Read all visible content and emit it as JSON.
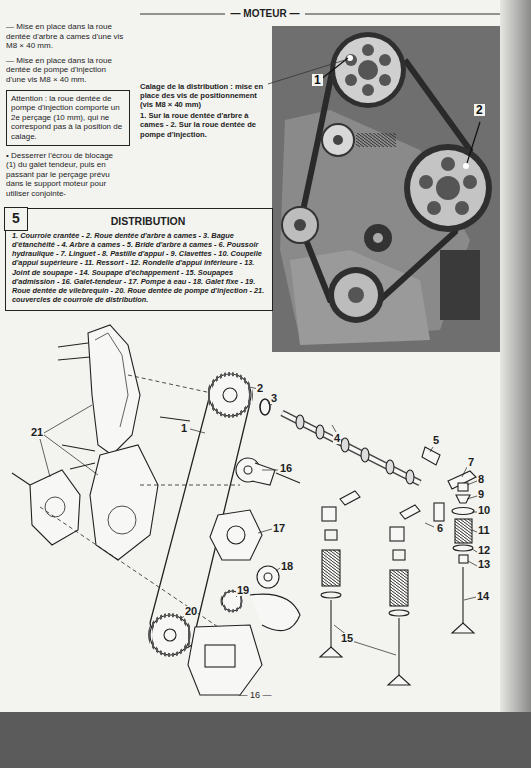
{
  "diagram": {
    "nodes": [
      {
        "text": [
          "Attention : la roue dentée de pompe d'injection comporte un 2e perçage (10 mm), qui ne correspond pas à la position de calage."
        ]
      },
      {
        "text": [
          "DISTRIBUTION",
          "1. Courroie crantée - 2. Roue dentée d'arbre à cames - 3. Bague d'étanchéité - 4. Arbre à cames - 5. Bride d'arbre à cames - 6. Poussoir hydraulique - 7. Linguet - 8. Pastille d'appui - 9. Clavettes - 10. Coupelle d'appui supérieure - 11. Ressort - 12. Rondelle d'appui inférieure - 13. Joint de soupape - 14. Soupape d'échappement - 15. Soupapes d'admission - 16. Galet-tendeur - 17. Pompe à eau - 18. Galet fixe - 19. Roue dentée de vilebrequin - 20. Roue dentée de pompe d'injection - 21. couvercles de courroie de distribution."
        ]
      },
      {
        "text": [
          "5"
        ],
        "in": 1
      }
    ],
    "labels": [
      "— MOTEUR —",
      "— Mise en place dans la roue dentée d'arbre à cames d'une vis M8 × 40 mm.",
      "— Mise en place dans la roue dentée de pompe d'injection d'une vis M8 × 40 mm.",
      "• Desserrer l'écrou de blocage (1) du galet tendeur, puis en passant par le perçage prévu dans le support moteur pour utiliser conjointe-",
      "Calage de la distribution : mise en place des vis de positionnement (vis M8 × 40 mm)",
      "1. Sur la roue dentée d'arbre à cames - 2. Sur la roue dentée de pompe d'injection.",
      "1",
      "2",
      "1",
      "2",
      "3",
      "4",
      "5",
      "6",
      "7",
      "8",
      "9",
      "10",
      "11",
      "12",
      "13",
      "14",
      "15",
      "16",
      "17",
      "18",
      "19",
      "20",
      "21",
      "— 16 —"
    ]
  }
}
